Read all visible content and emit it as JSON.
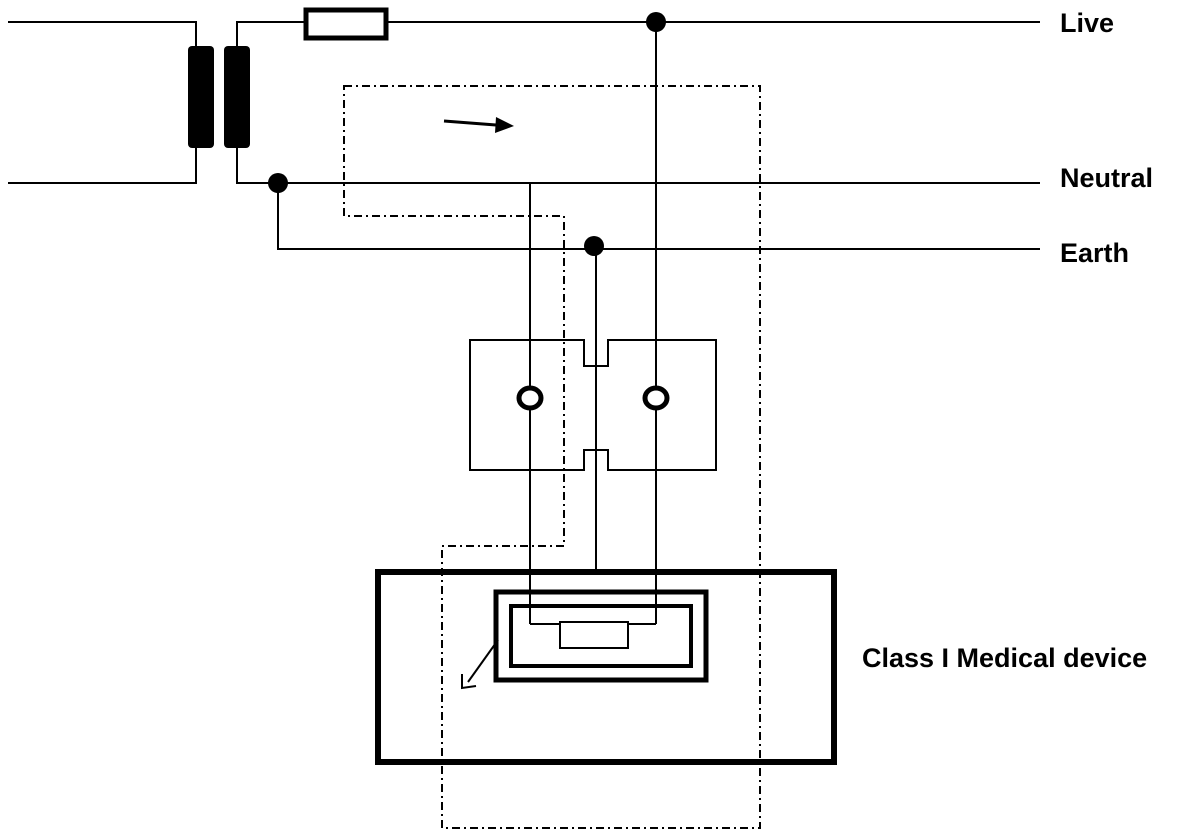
{
  "labels": {
    "live": "Live",
    "neutral": "Neutral",
    "earth": "Earth",
    "device": "Class I Medical device"
  }
}
